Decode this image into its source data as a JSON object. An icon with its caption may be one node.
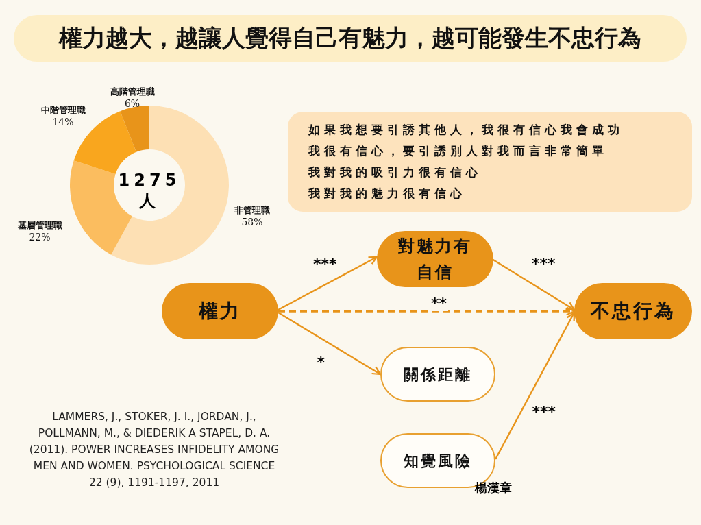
{
  "diagram": {
    "title": "權力越大，越讓人覺得自己有魅力，越可能發生不忠行為",
    "nodes": [
      {
        "text": [
          "權力"
        ]
      },
      {
        "text": [
          "對魅力有自信"
        ]
      },
      {
        "text": [
          "不忠行為"
        ]
      },
      {
        "text": [
          "關係距離"
        ]
      },
      {
        "text": [
          "知覺風險"
        ]
      },
      {
        "text": [
          "如果我想要引誘其他人，我很有信心我會成功",
          "我很有信心，要引誘別人對我而言非常簡單",
          "我對我的吸引力很有信心",
          "我對我的魅力很有信心"
        ]
      }
    ],
    "edges": [
      {
        "from": 0,
        "to": 1,
        "arrow": "to",
        "label": "***"
      },
      {
        "from": 1,
        "to": 2,
        "arrow": "to",
        "label": "***"
      },
      {
        "from": 0,
        "to": 2,
        "arrow": "to",
        "label": "**",
        "style": "dashed"
      },
      {
        "from": 0,
        "to": 3,
        "arrow": "to",
        "label": "*"
      },
      {
        "from": 4,
        "to": 2,
        "arrow": "to",
        "label": "***"
      }
    ],
    "labels": [
      "LAMMERS, J., STOKER, J. I., JORDAN, J., POLLMANN, M., & DIEDERIK A STAPEL, D. A. (2011). POWER INCREASES INFIDELITY AMONG MEN AND WOMEN. PSYCHOLOGICAL SCIENCE 22 (9), 1191-1197, 2011",
      "楊漢章"
    ],
    "chart_data": {
      "type": "donut",
      "categories": [
        "非管理職",
        "基層管理職",
        "中階管理職",
        "高階管理職"
      ],
      "series": [
        {
          "colors": [
            "#fde0b4",
            "#fbbd5f",
            "#f9a61e",
            "#e8941a"
          ],
          "values": [
            58,
            22,
            14,
            6
          ]
        }
      ],
      "value_labels": [
        "58%",
        "22%",
        "14%",
        "6%"
      ],
      "annotations": [
        "1275 人"
      ]
    }
  }
}
